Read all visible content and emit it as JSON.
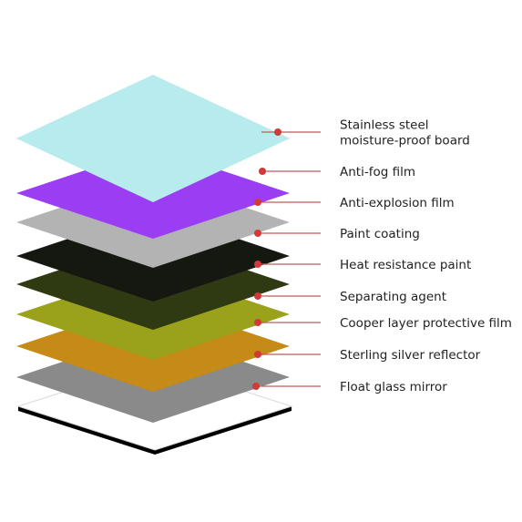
{
  "diagram": {
    "layers": [
      {
        "label_lines": [
          "Stainless steel",
          "moisture-proof board"
        ],
        "color": "#b7ebee"
      },
      {
        "label_lines": [
          "Anti-fog film"
        ],
        "color": "#9b3df2"
      },
      {
        "label_lines": [
          "Anti-explosion film"
        ],
        "color": "#b3b3b3"
      },
      {
        "label_lines": [
          "Paint coating"
        ],
        "color": "#151810"
      },
      {
        "label_lines": [
          "Heat resistance paint"
        ],
        "color": "#2f3a12"
      },
      {
        "label_lines": [
          "Separating agent"
        ],
        "color": "#9aa11a"
      },
      {
        "label_lines": [
          "Cooper layer protective film"
        ],
        "color": "#c68a16"
      },
      {
        "label_lines": [
          "Sterling silver reflector"
        ],
        "color": "#8a8a8a"
      },
      {
        "label_lines": [
          "Float glass mirror"
        ],
        "color": "#ffffff"
      }
    ],
    "marker_color": "#d23a3a",
    "leader_color": "#c25a5a",
    "edge_color": "#000000"
  }
}
